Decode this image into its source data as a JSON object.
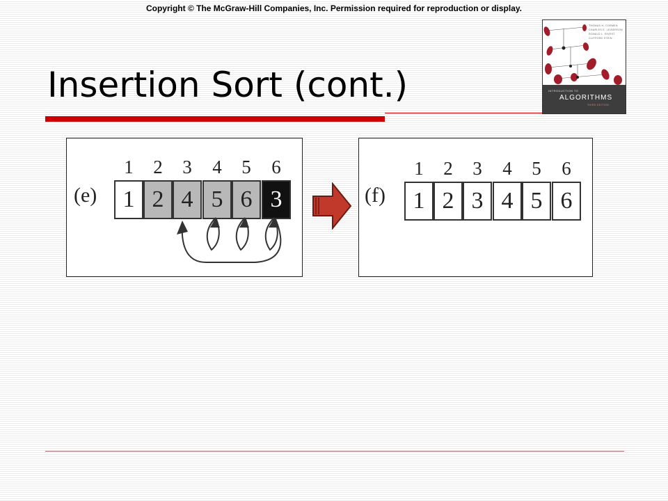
{
  "copyright": "Copyright © The McGraw-Hill Companies, Inc. Permission required for reproduction or display.",
  "slide": {
    "title": "Insertion Sort (cont.)"
  },
  "book": {
    "authors": [
      "THOMAS H. CORMEN",
      "CHARLES E. LEISERSON",
      "RONALD L. RIVEST",
      "CLIFFORD STEIN"
    ],
    "intro": "INTRODUCTION TO",
    "name": "ALGORITHMS",
    "edition": "THIRD EDITION"
  },
  "figure_e": {
    "label": "(e)",
    "indices": [
      "1",
      "2",
      "3",
      "4",
      "5",
      "6"
    ],
    "cells": [
      {
        "value": "1",
        "shade": "white"
      },
      {
        "value": "2",
        "shade": "gray"
      },
      {
        "value": "4",
        "shade": "gray"
      },
      {
        "value": "5",
        "shade": "gray"
      },
      {
        "value": "6",
        "shade": "gray"
      },
      {
        "value": "3",
        "shade": "black"
      }
    ]
  },
  "figure_f": {
    "label": "(f)",
    "indices": [
      "1",
      "2",
      "3",
      "4",
      "5",
      "6"
    ],
    "cells": [
      {
        "value": "1"
      },
      {
        "value": "2"
      },
      {
        "value": "3"
      },
      {
        "value": "4"
      },
      {
        "value": "5"
      },
      {
        "value": "6"
      }
    ]
  },
  "colors": {
    "accent": "#cc0000",
    "arrow_fill": "#c0392b",
    "arrow_stroke": "#6e1a10"
  }
}
